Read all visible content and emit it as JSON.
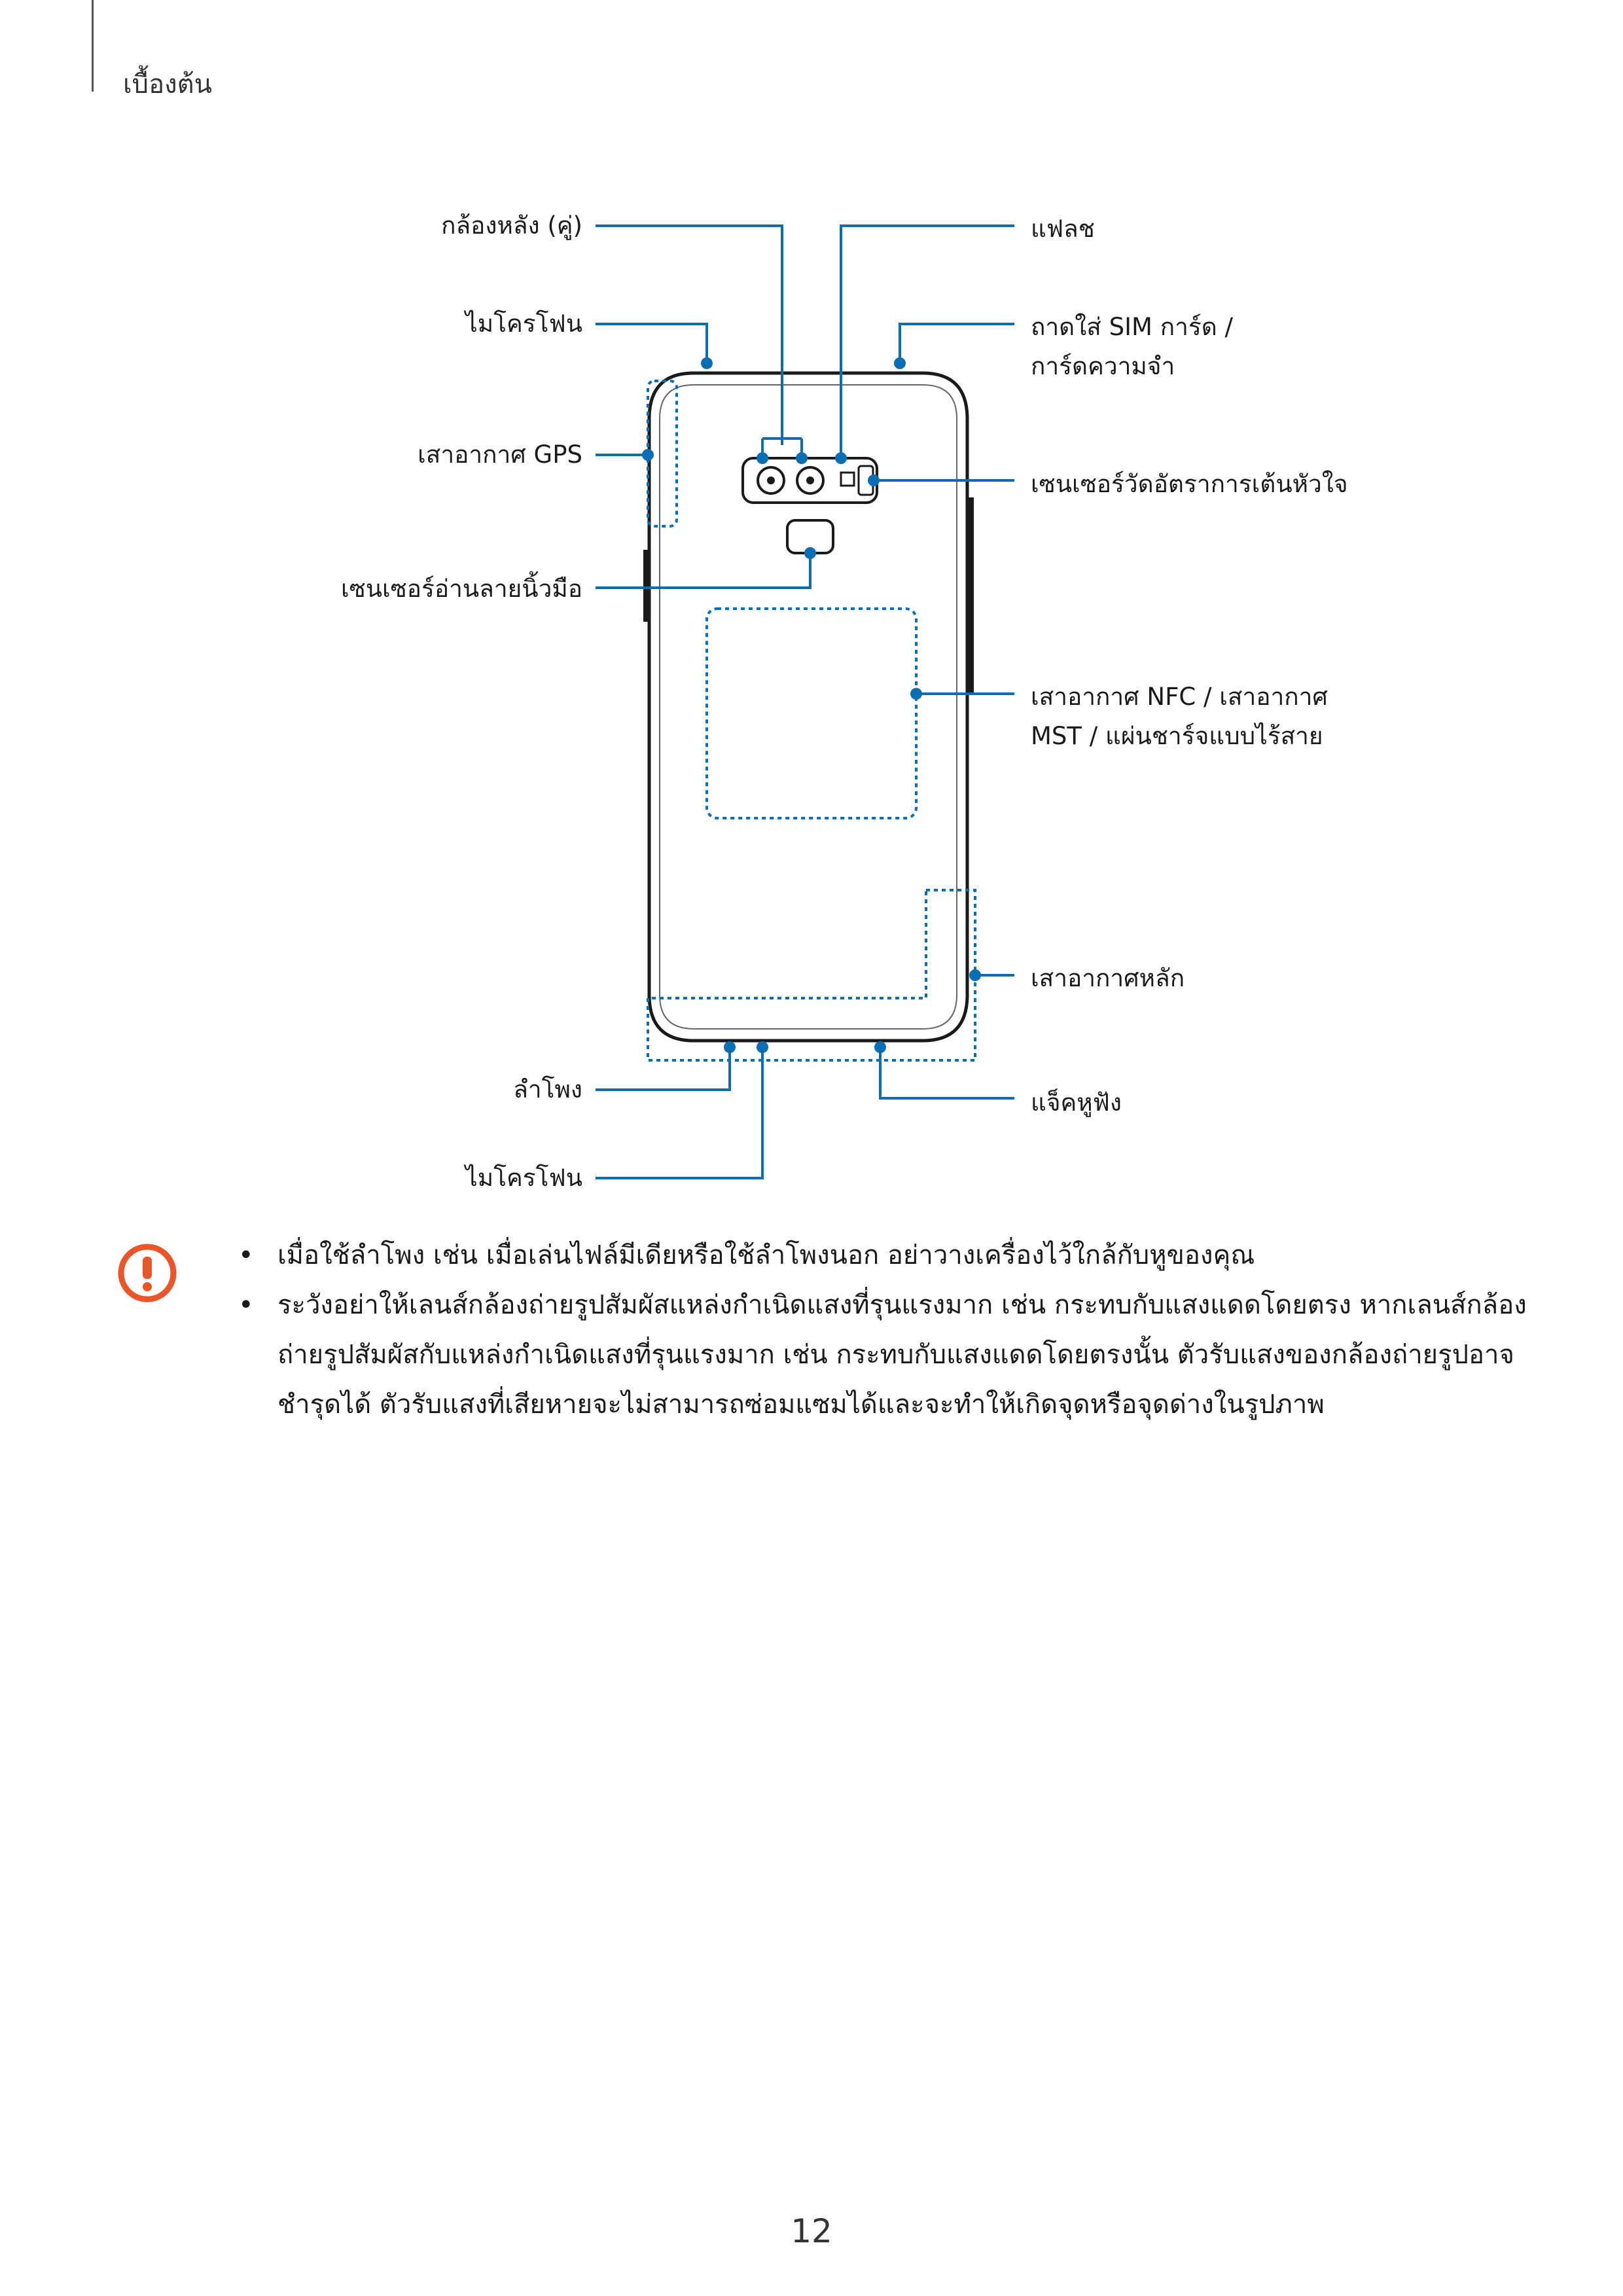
{
  "header": {
    "section": "เบื้องต้น"
  },
  "diagram": {
    "labels": {
      "rear_camera": "กล้องหลัง (คู่)",
      "flash": "แฟลช",
      "top_mic": "ไมโครโฟน",
      "sim_tray_line1": "ถาดใส่ SIM การ์ด /",
      "sim_tray_line2": "การ์ดความจำ",
      "gps_antenna": "เสาอากาศ GPS",
      "heart_rate": "เซนเซอร์วัดอัตราการเต้นหัวใจ",
      "fingerprint": "เซนเซอร์อ่านลายนิ้วมือ",
      "nfc_line1": "เสาอากาศ NFC / เสาอากาศ",
      "nfc_line2": "MST / แผ่นชาร์จแบบไร้สาย",
      "main_antenna": "เสาอากาศหลัก",
      "speaker": "ลำโพง",
      "earphone_jack": "แจ็คหูฟัง",
      "bottom_mic": "ไมโครโฟน"
    },
    "colors": {
      "callout": "#0a6eb4",
      "outline": "#1a1a1a",
      "caution": "#e8562a"
    }
  },
  "notes": {
    "icon": "caution-icon",
    "items": [
      "เมื่อใช้ลำโพง เช่น เมื่อเล่นไฟล์มีเดียหรือใช้ลำโพงนอก อย่าวางเครื่องไว้ใกล้กับหูของคุณ",
      "ระวังอย่าให้เลนส์กล้องถ่ายรูปสัมผัสแหล่งกำเนิดแสงที่รุนแรงมาก เช่น กระทบกับแสงแดดโดยตรง หากเลนส์กล้องถ่ายรูปสัมผัสกับแหล่งกำเนิดแสงที่รุนแรงมาก เช่น กระทบกับแสงแดดโดยตรงนั้น ตัวรับแสงของกล้องถ่ายรูปอาจชำรุดได้ ตัวรับแสงที่เสียหายจะไม่สามารถซ่อมแซมได้และจะทำให้เกิดจุดหรือจุดด่างในรูปภาพ"
    ]
  },
  "footer": {
    "page_number": "12"
  }
}
